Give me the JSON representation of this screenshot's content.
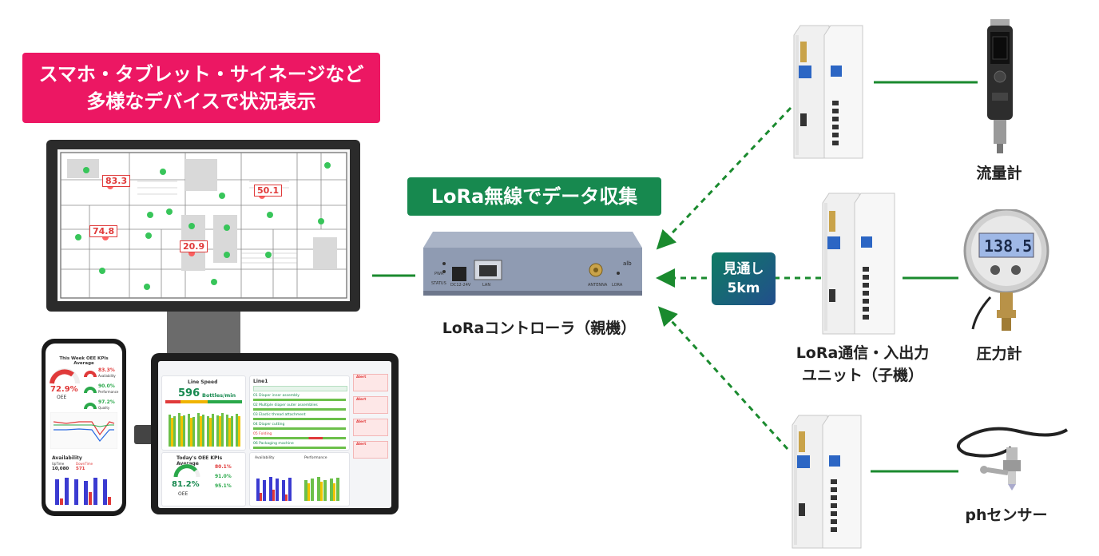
{
  "headline": {
    "line1": "スマホ・タブレット・サイネージなど",
    "line2": "多様なデバイスで状況表示"
  },
  "lora_badge": "LoRa無線でデータ収集",
  "controller_label": "LoRaコントローラ（親機）",
  "distance_badge": {
    "line1": "見通し",
    "line2": "5km"
  },
  "node_label": {
    "line1": "LoRa通信・入出力",
    "line2": "ユニット（子機）"
  },
  "sensors": {
    "flow": "流量計",
    "pressure": "圧力計",
    "ph": "phセンサー"
  },
  "map_values": {
    "v1": "83.3",
    "v2": "50.1",
    "v3": "74.8",
    "v4": "20.9"
  },
  "pressure_display": {
    "value": "138.5"
  },
  "controller_ports": {
    "pwr": "PWR",
    "status": "STATUS",
    "dc": "DC12-24V",
    "lan": "LAN",
    "antenna": "ANTENNA",
    "lora": "LORA",
    "brand": "alb"
  },
  "phone": {
    "title": "This Week OEE KPIs Average",
    "oee": "72.9%",
    "oee_label": "OEE",
    "availability": "83.3%",
    "availability_label": "Availability",
    "performance": "90.0%",
    "performance_label": "Performance",
    "quality": "97.2%",
    "quality_label": "Quality",
    "availability_section": "Availability",
    "uptime_label": "UpTime",
    "uptime_value": "10,080",
    "downtime_label": "DownTime",
    "downtime_value": "571"
  },
  "tablet": {
    "line_speed_label": "Line Speed",
    "line_speed_value": "596",
    "line_speed_unit": "Bottles/min",
    "oee_title": "Today's OEE KPIs Average",
    "oee_value": "81.2%",
    "oee_label": "OEE",
    "k1": "80.1%",
    "k2": "91.0%",
    "k3": "95.1%",
    "line_title": "Line1",
    "steps": [
      "01 Diaper inner assembly",
      "02 Multiple diaper outer assemblies",
      "03 Elastic thread attachment",
      "04 Diaper cutting",
      "05 Folding",
      "06 Packaging machine"
    ],
    "alert_label": "Alert",
    "availability_label": "Availability",
    "performance_label": "Performance"
  },
  "colors": {
    "pink": "#ec1763",
    "green": "#17894f",
    "link": "#1a8a2e",
    "red": "#e03a3a"
  }
}
